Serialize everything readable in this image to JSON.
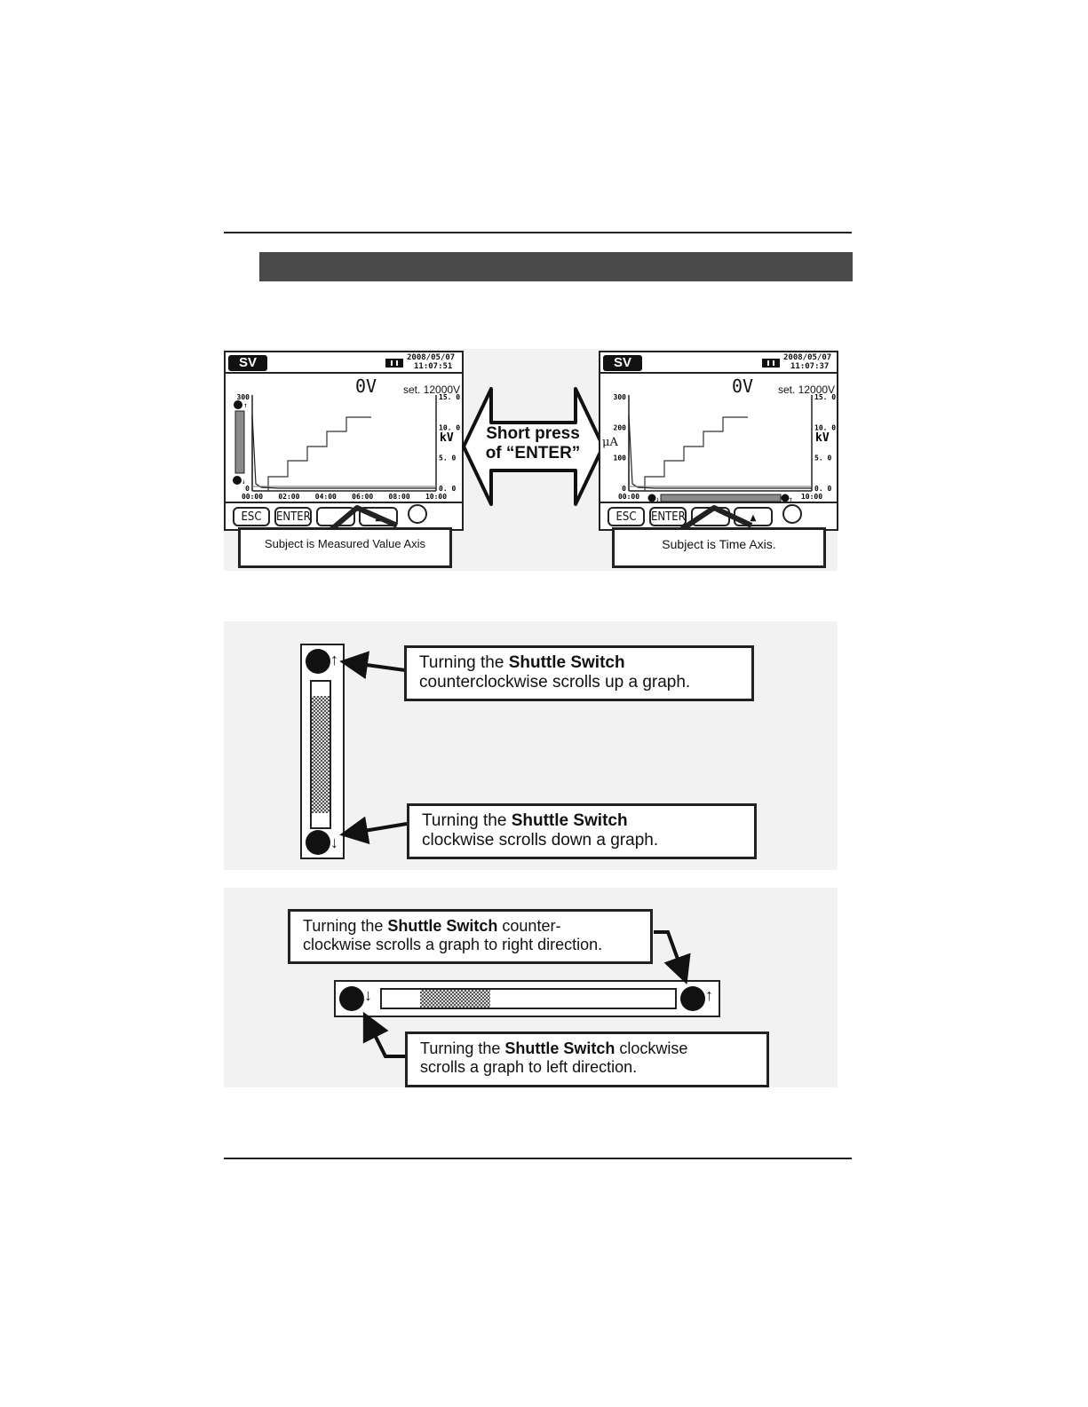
{
  "screens": [
    {
      "mode": "SV",
      "date": "2008/05/07",
      "time": "11:07:51",
      "voltage": "0V",
      "setpoint": "set. 12000V",
      "left_axis_ticks": [
        "300",
        "0"
      ],
      "right_axis_ticks": [
        "15. 0",
        "10. 0",
        "5. 0",
        "0. 0"
      ],
      "right_unit": "kV",
      "time_ticks": [
        "00:00",
        "02:00",
        "04:00",
        "06:00",
        "08:00",
        "10:00"
      ],
      "buttons": {
        "esc": "ESC",
        "enter": "ENTER"
      },
      "callout": "Subject is Measured Value Axis"
    },
    {
      "mode": "SV",
      "date": "2008/05/07",
      "time": "11:07:37",
      "voltage": "0V",
      "setpoint": "set. 12000V",
      "left_axis_ticks": [
        "300",
        "200",
        "100",
        "0"
      ],
      "left_unit": "μA",
      "right_axis_ticks": [
        "15. 0",
        "10. 0",
        "5. 0",
        "0. 0"
      ],
      "right_unit": "kV",
      "time_ticks": [
        "00:00",
        "10:00"
      ],
      "buttons": {
        "esc": "ESC",
        "enter": "ENTER"
      },
      "callout": "Subject is Time Axis."
    }
  ],
  "toggle": {
    "line1": "Short press",
    "line2": "of “ENTER”"
  },
  "vertical_callouts": {
    "up": {
      "prefix": "Turning the ",
      "bold": "Shuttle Switch",
      "line2": "counterclockwise scrolls up a graph."
    },
    "down": {
      "prefix": "Turning the ",
      "bold": "Shuttle Switch",
      "line2": "clockwise scrolls down a graph."
    }
  },
  "horizontal_callouts": {
    "right": {
      "prefix": "Turning the ",
      "bold": "Shuttle Switch",
      "suffix": " counter-",
      "line2": "clockwise scrolls a graph to right direction."
    },
    "left": {
      "prefix": "Turning the ",
      "bold": "Shuttle Switch",
      "suffix": " clockwise",
      "line2": "scrolls a graph to left direction."
    }
  },
  "vertical_scrollbar": {
    "thumb_start": 0.1,
    "thumb_end": 0.9
  },
  "horizontal_scrollbar": {
    "thumb_start": 0.13,
    "thumb_end": 0.37
  }
}
